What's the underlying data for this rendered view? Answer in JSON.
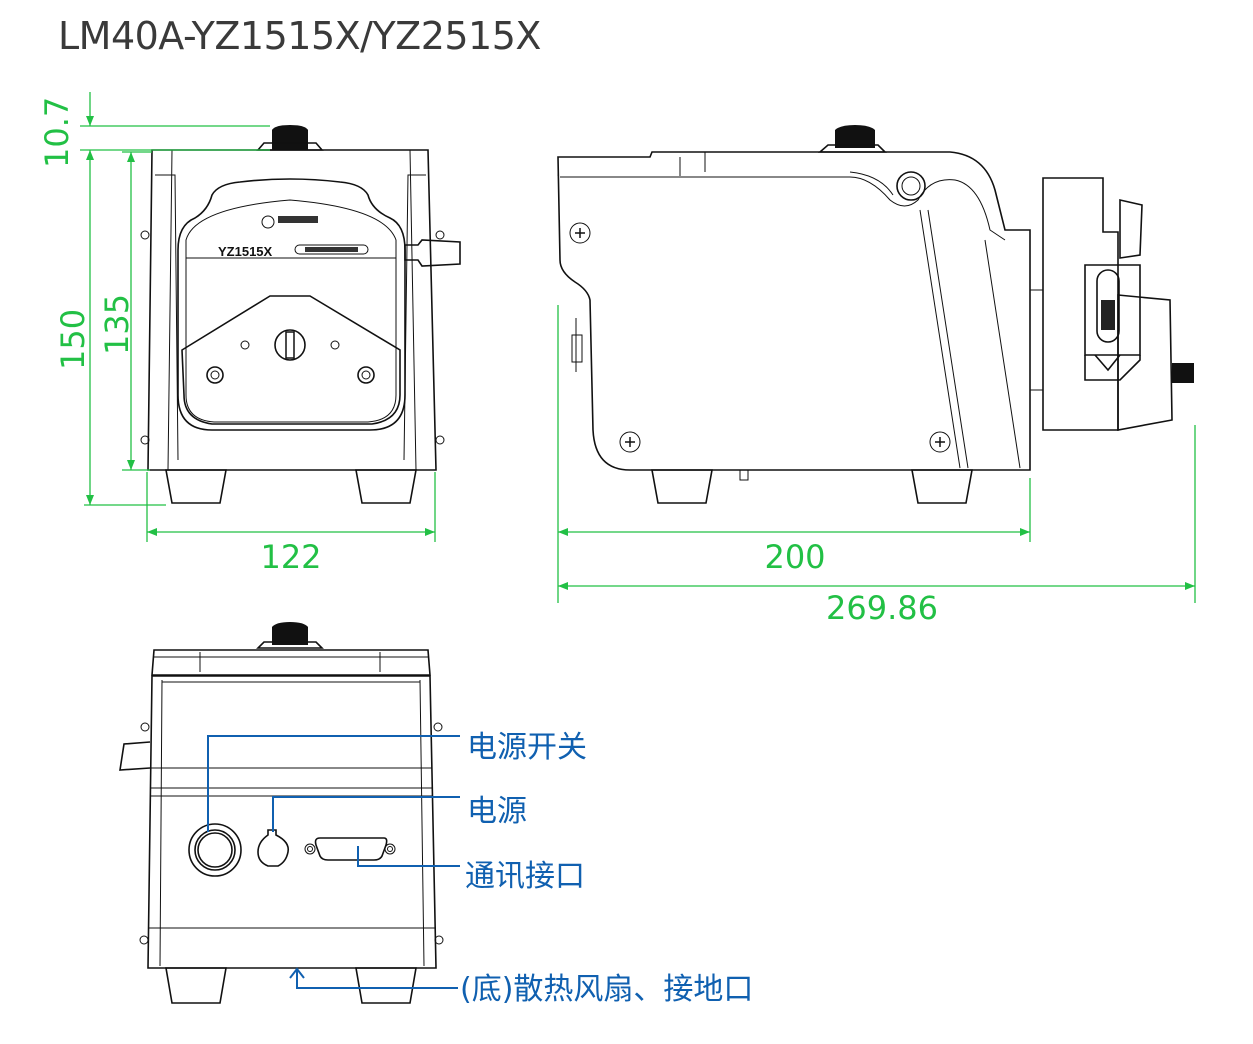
{
  "title": "LM40A-YZ1515X/YZ2515X",
  "colors": {
    "dimension": "#22c045",
    "callout": "#1060b0",
    "line": "#111111"
  },
  "front_view": {
    "pump_model": "YZ1515X",
    "dimensions": {
      "knob_height": "10.7",
      "total_height": "150",
      "body_height": "135",
      "width": "122"
    }
  },
  "side_view": {
    "dimensions": {
      "body_length": "200",
      "total_length": "269.86"
    }
  },
  "rear_view": {
    "callouts": {
      "power_switch": "电源开关",
      "power": "电源",
      "comm_port": "通讯接口",
      "bottom_fan": "(底)散热风扇、接地口"
    }
  }
}
